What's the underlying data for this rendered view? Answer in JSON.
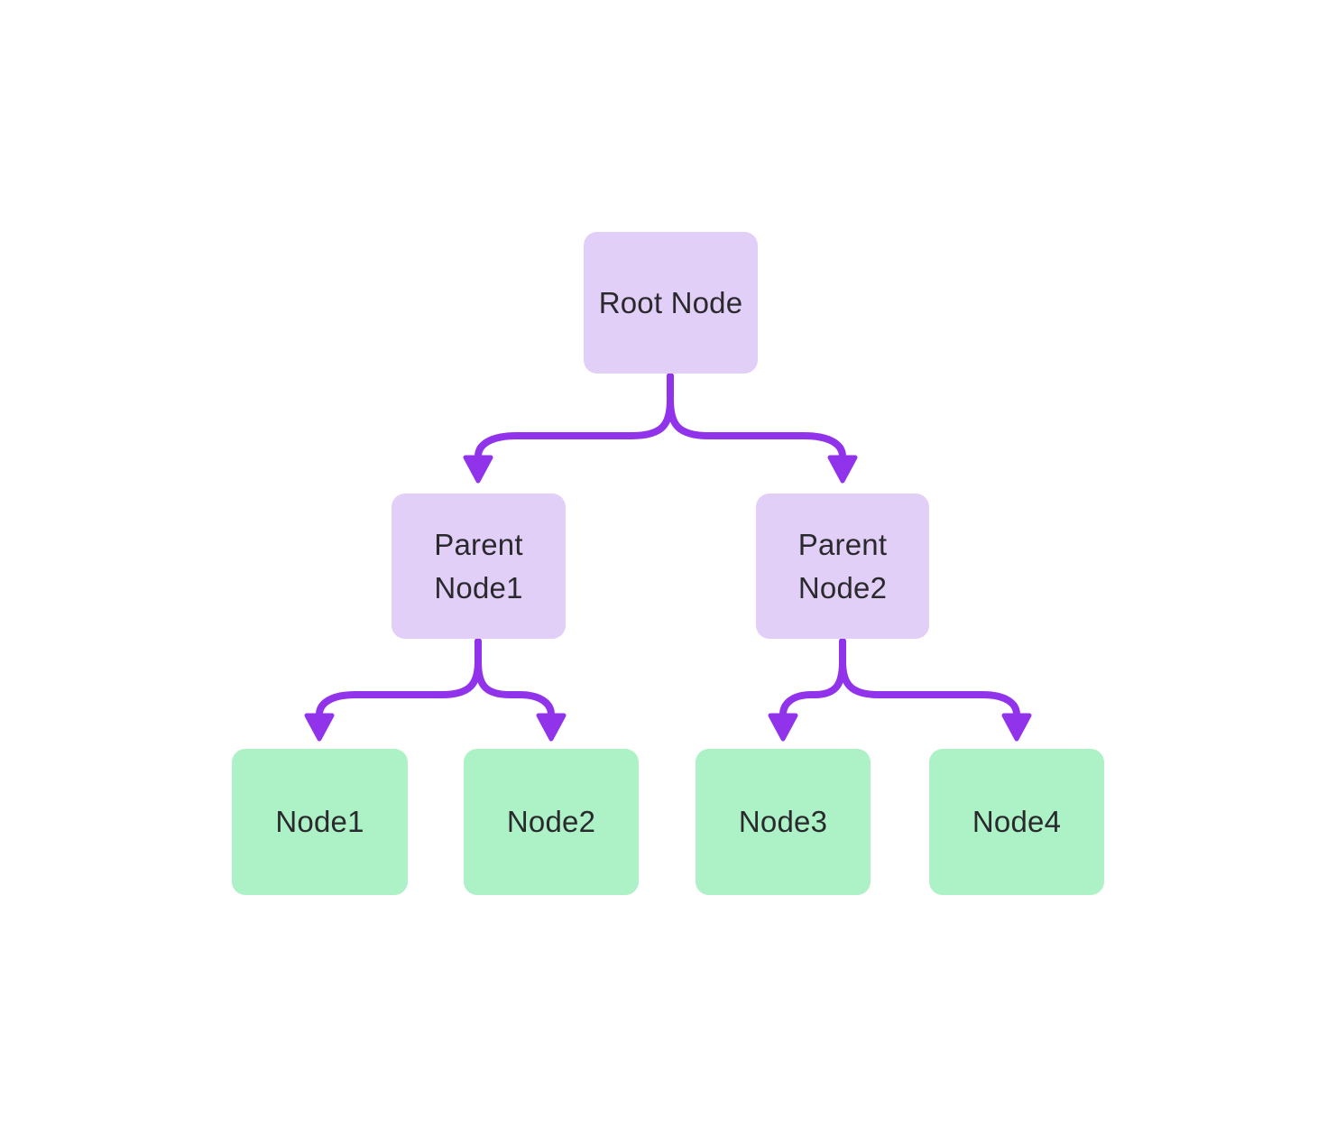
{
  "diagram": {
    "type": "tree-flowchart",
    "background_color": "#ffffff",
    "colors": {
      "branch_node_fill": "#e2cff7",
      "leaf_node_fill": "#acf2c6",
      "edge_stroke": "#9133ea",
      "label_text": "#2a2a2e"
    },
    "nodes": [
      {
        "id": "root",
        "label": "Root Node",
        "kind": "branch"
      },
      {
        "id": "parent1",
        "label": "Parent\nNode1",
        "kind": "branch"
      },
      {
        "id": "parent2",
        "label": "Parent\nNode2",
        "kind": "branch"
      },
      {
        "id": "node1",
        "label": "Node1",
        "kind": "leaf"
      },
      {
        "id": "node2",
        "label": "Node2",
        "kind": "leaf"
      },
      {
        "id": "node3",
        "label": "Node3",
        "kind": "leaf"
      },
      {
        "id": "node4",
        "label": "Node4",
        "kind": "leaf"
      }
    ],
    "edges": [
      {
        "from": "root",
        "to": "parent1"
      },
      {
        "from": "root",
        "to": "parent2"
      },
      {
        "from": "parent1",
        "to": "node1"
      },
      {
        "from": "parent1",
        "to": "node2"
      },
      {
        "from": "parent2",
        "to": "node3"
      },
      {
        "from": "parent2",
        "to": "node4"
      }
    ]
  }
}
